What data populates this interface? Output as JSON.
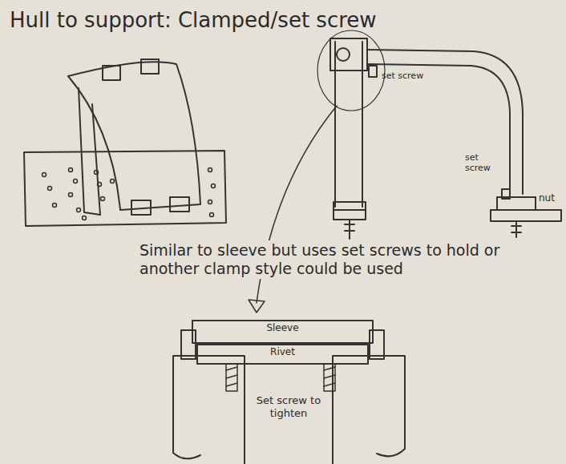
{
  "diagram": {
    "title": "Hull to support: Clamped/set screw",
    "labels": [
      "set screw",
      "set screw",
      "nut",
      "Similar to sleeve but uses set screws to hold or another clamp style could be used",
      "Sleeve",
      "Rivet",
      "Set screw to tighten"
    ]
  }
}
